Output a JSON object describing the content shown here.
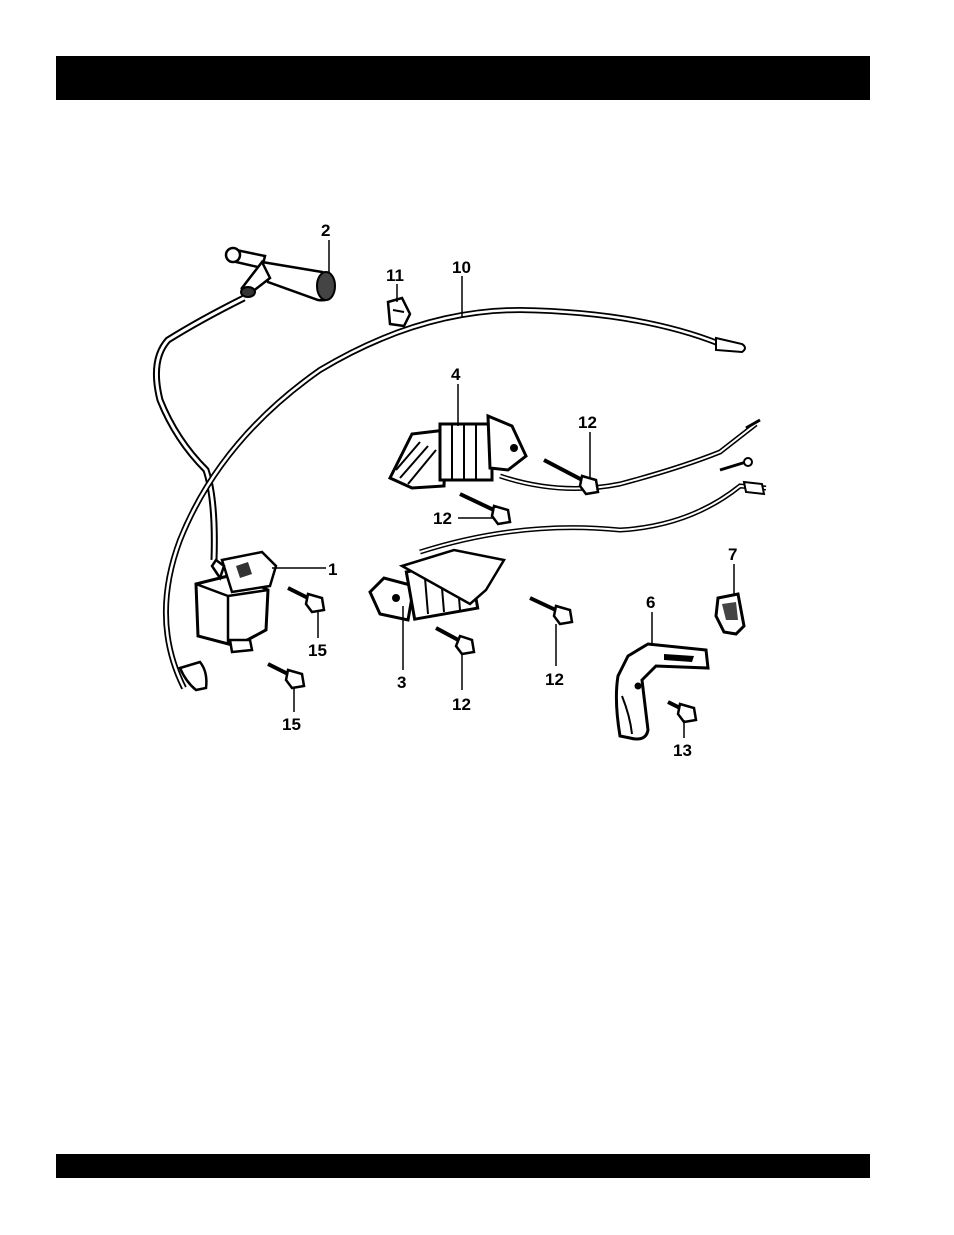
{
  "diagram": {
    "callouts": {
      "c1": "1",
      "c2": "2",
      "c3": "3",
      "c4": "4",
      "c6": "6",
      "c7": "7",
      "c10": "10",
      "c11": "11",
      "c12a": "12",
      "c12b": "12",
      "c12c": "12",
      "c12d": "12",
      "c13": "13",
      "c15a": "15",
      "c15b": "15"
    }
  },
  "colors": {
    "ink": "#000000",
    "part_fill": "#ffffff",
    "part_shade": "#333333",
    "header_bar": "#000000"
  }
}
